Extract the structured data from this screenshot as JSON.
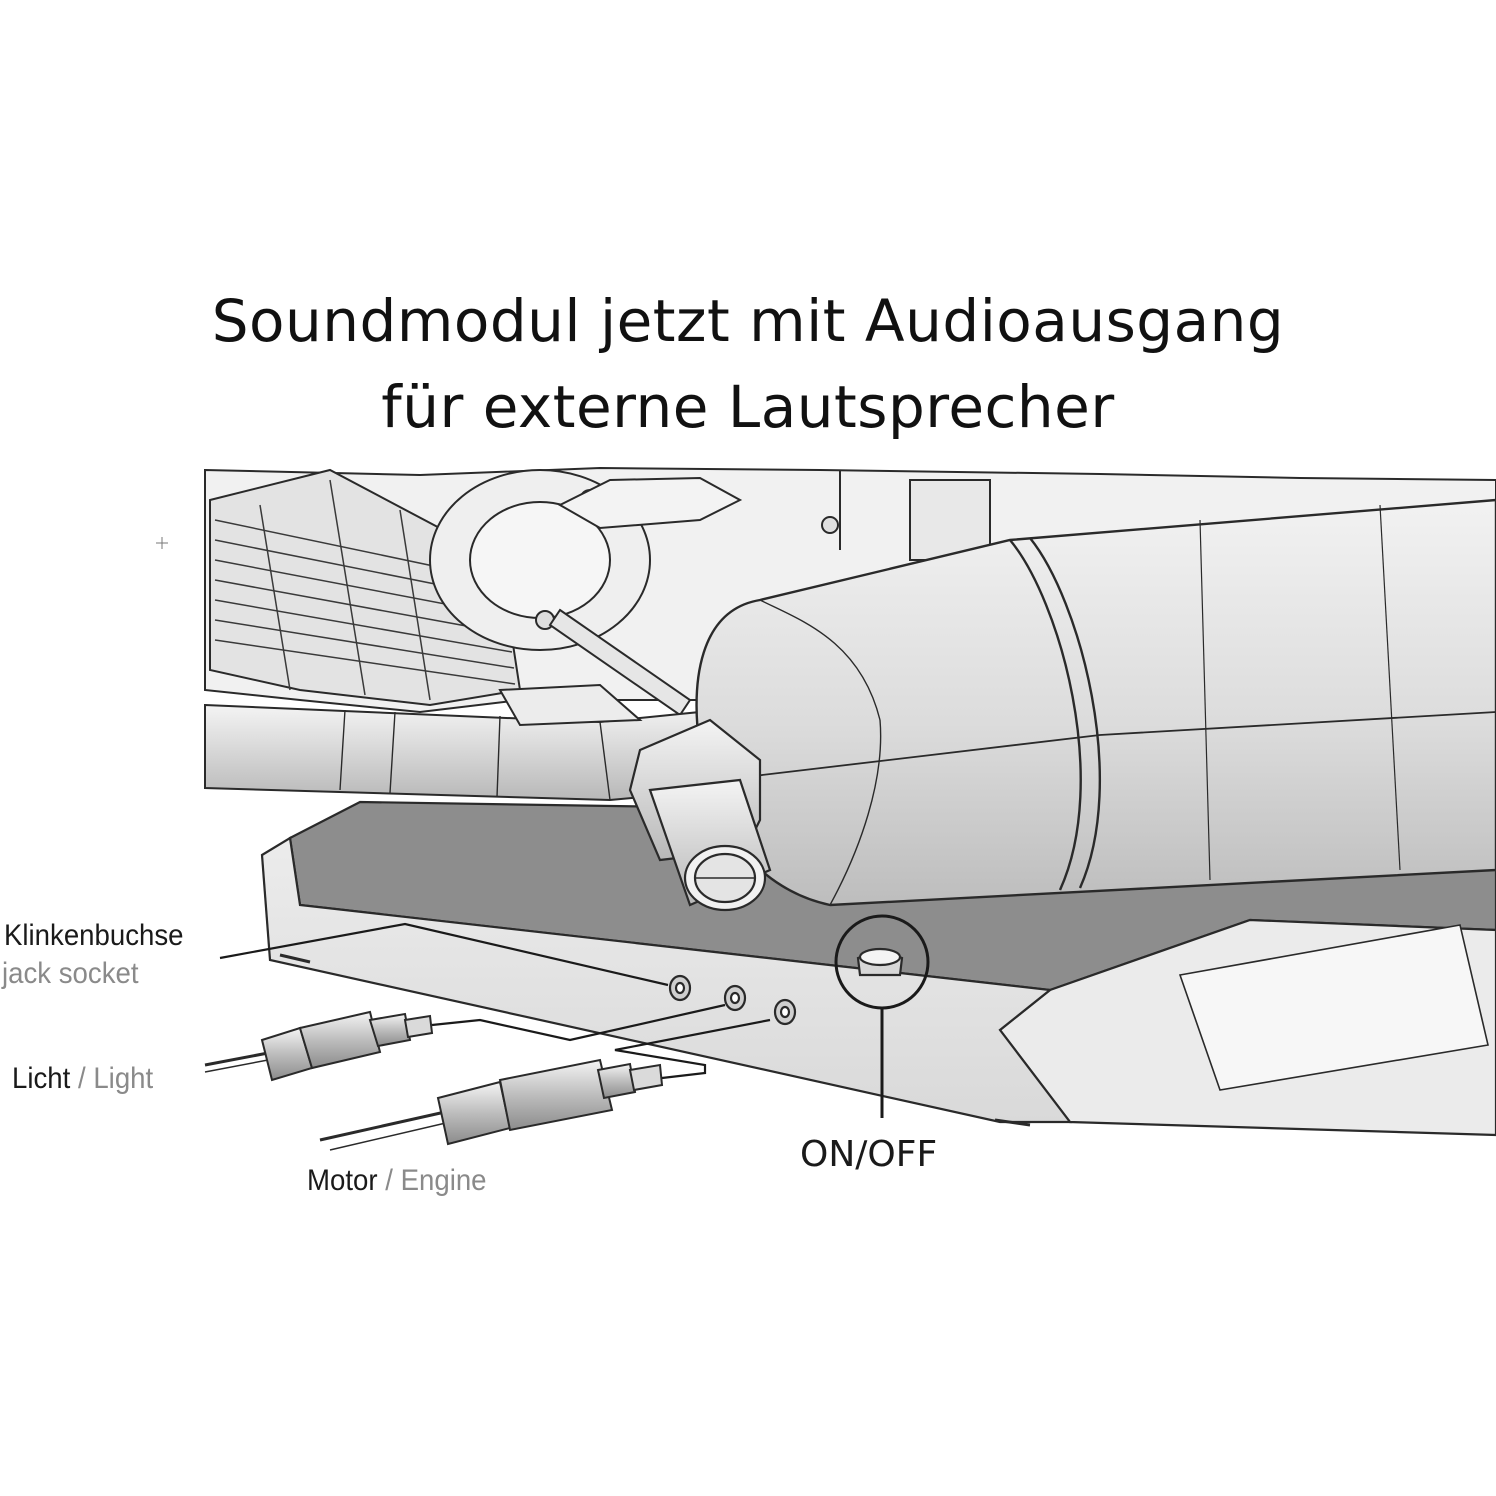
{
  "title": {
    "line1": "Soundmodul jetzt mit Audioausgang",
    "line2": "für externe Lautsprecher"
  },
  "labels": {
    "jack_socket_de": "Klinkenbuchse",
    "jack_socket_en": "jack socket",
    "light_de": "Licht",
    "light_en": "Light",
    "engine_de": "Motor",
    "engine_en": "Engine",
    "separator": "/",
    "switch": "ON/OFF"
  }
}
